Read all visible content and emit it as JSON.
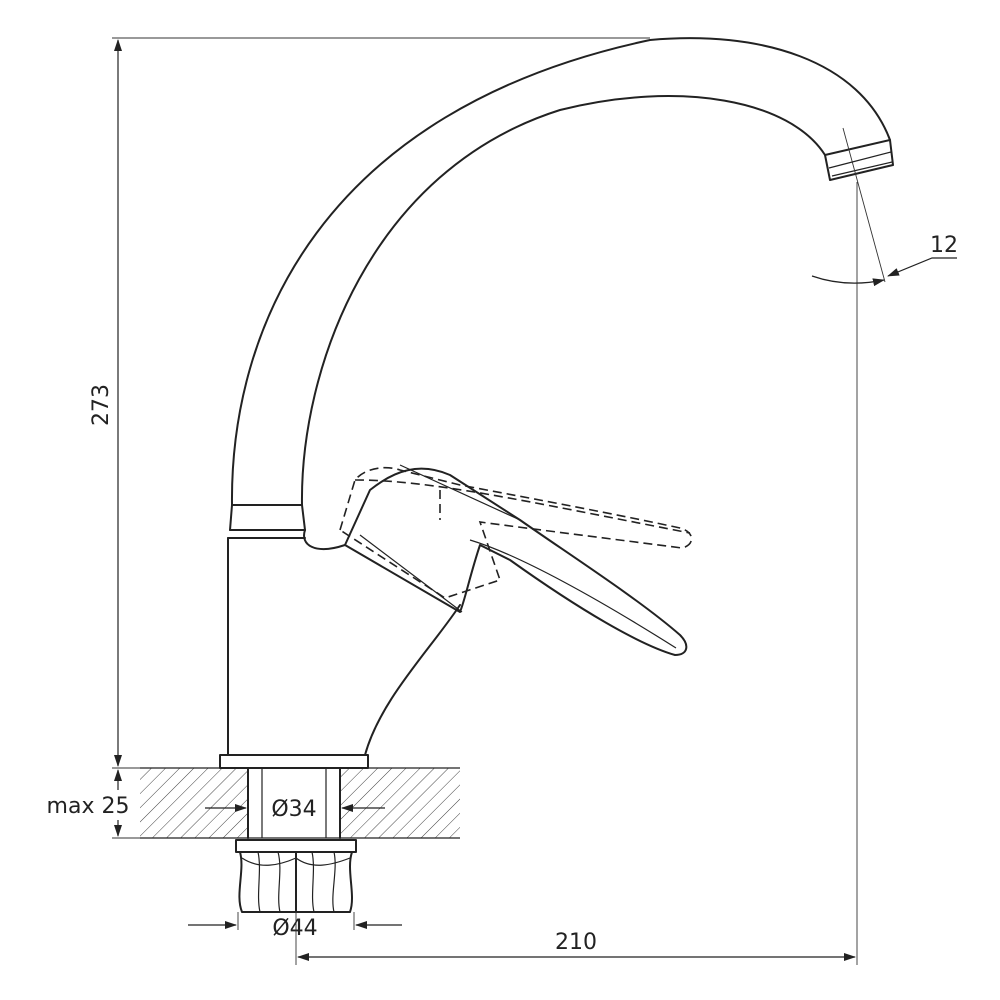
{
  "dimensions": {
    "height_total": "273",
    "spout_angle": "12",
    "deck_thickness": "max 25",
    "shank_diameter": "Ø34",
    "nut_diameter": "Ø44",
    "reach": "210"
  },
  "colors": {
    "line": "#222222",
    "background": "#ffffff"
  }
}
